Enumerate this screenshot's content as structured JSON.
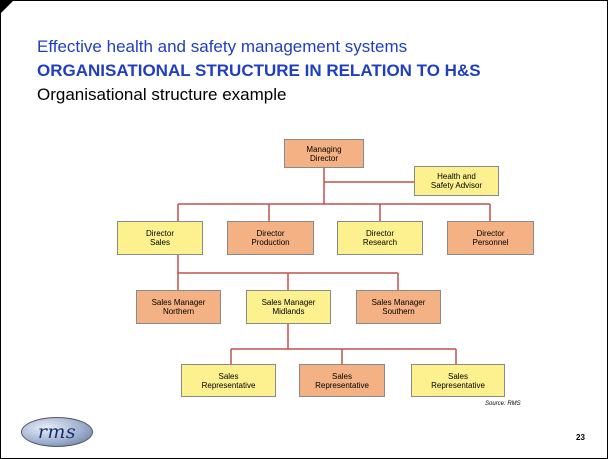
{
  "slide": {
    "subtitle": "Effective health and safety management systems",
    "title": "ORGANISATIONAL STRUCTURE IN RELATION TO H&S",
    "heading": "Organisational structure example",
    "source": "Source: RMS",
    "page_number": "23",
    "logo_text": "rms"
  },
  "org_chart": {
    "managing_director": "Managing\nDirector",
    "hs_advisor": "Health and\nSafety Advisor",
    "directors": {
      "sales": "Director\nSales",
      "production": "Director\nProduction",
      "research": "Director\nResearch",
      "personnel": "Director\nPersonnel"
    },
    "managers": {
      "northern": "Sales Manager\nNorthern",
      "midlands": "Sales Manager\nMidlands",
      "southern": "Sales Manager\nSouthern"
    },
    "reps": {
      "rep1": "Sales\nRepresentative",
      "rep2": "Sales\nRepresentative",
      "rep3": "Sales\nRepresentative"
    }
  },
  "colors": {
    "title_blue": "#1f3fbf",
    "box_orange": "#f4b183",
    "box_yellow": "#fdf18f",
    "connector": "#c0504d"
  }
}
